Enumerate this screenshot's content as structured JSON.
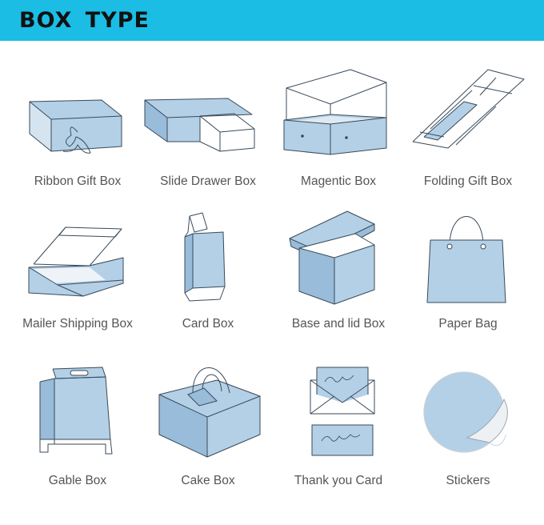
{
  "header": {
    "title": "BOX TYPE",
    "background_color": "#1bbde5"
  },
  "box_types": [
    {
      "label": "Ribbon Gift Box",
      "icon": "ribbon-gift-box-icon"
    },
    {
      "label": "Slide Drawer Box",
      "icon": "slide-drawer-box-icon"
    },
    {
      "label": "Magentic Box",
      "icon": "magnetic-box-icon"
    },
    {
      "label": "Folding Gift Box",
      "icon": "folding-gift-box-icon"
    },
    {
      "label": "Mailer Shipping Box",
      "icon": "mailer-shipping-box-icon"
    },
    {
      "label": "Card Box",
      "icon": "card-box-icon"
    },
    {
      "label": "Base and lid Box",
      "icon": "base-and-lid-box-icon"
    },
    {
      "label": "Paper Bag",
      "icon": "paper-bag-icon"
    },
    {
      "label": "Gable Box",
      "icon": "gable-box-icon"
    },
    {
      "label": "Cake Box",
      "icon": "cake-box-icon"
    },
    {
      "label": "Thank you Card",
      "icon": "thank-you-card-icon"
    },
    {
      "label": "Stickers",
      "icon": "stickers-icon"
    }
  ],
  "colors": {
    "box_fill": "#b3d0e6",
    "box_shade": "#98bcd9",
    "outline": "#3a4a5a"
  }
}
